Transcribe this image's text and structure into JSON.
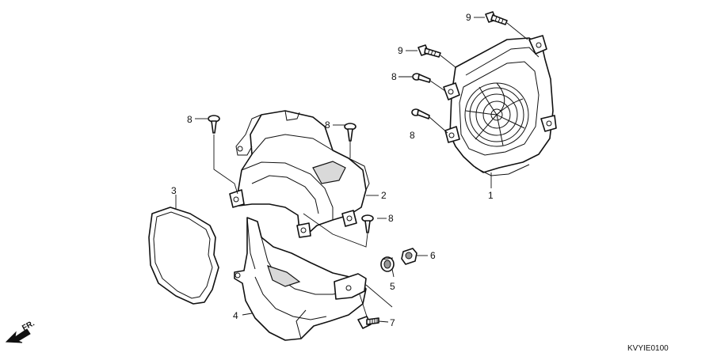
{
  "diagram": {
    "code": "KVYIE0100",
    "direction_label": "FR.",
    "parts": [
      {
        "id": "p1",
        "number": "1"
      },
      {
        "id": "p2",
        "number": "2"
      },
      {
        "id": "p3",
        "number": "3"
      },
      {
        "id": "p4",
        "number": "4"
      },
      {
        "id": "p5",
        "number": "5"
      },
      {
        "id": "p6",
        "number": "6"
      },
      {
        "id": "p7",
        "number": "7"
      },
      {
        "id": "p8a",
        "number": "8"
      },
      {
        "id": "p8b",
        "number": "8"
      },
      {
        "id": "p8c",
        "number": "8"
      },
      {
        "id": "p8d",
        "number": "8"
      },
      {
        "id": "p8e",
        "number": "8"
      },
      {
        "id": "p9a",
        "number": "9"
      },
      {
        "id": "p9b",
        "number": "9"
      }
    ]
  }
}
